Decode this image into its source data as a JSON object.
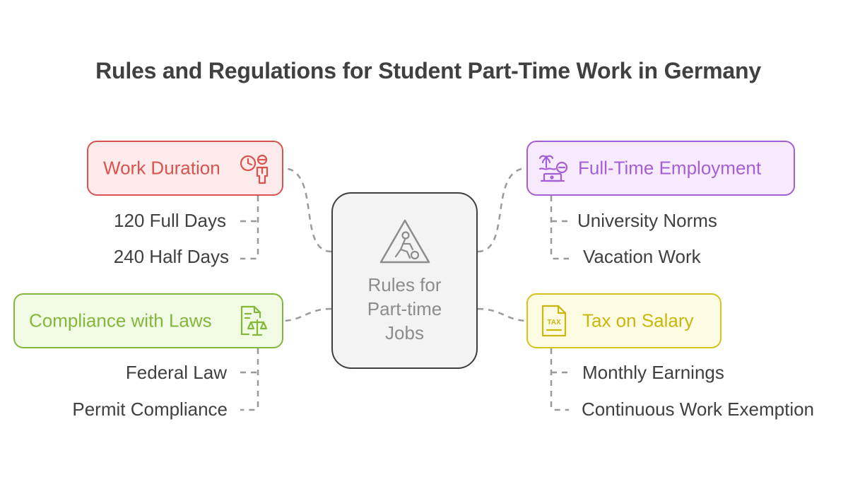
{
  "title": "Rules and Regulations for Student Part-Time Work in Germany",
  "center": {
    "lines": [
      "Rules for",
      "Part-time",
      "Jobs"
    ],
    "icon": "construction-worker-warning-icon"
  },
  "colors": {
    "center_border": "#3f3f3f",
    "center_fill": "#f3f3f3",
    "connector": "#9a9a9a",
    "work_duration": "#d9534f",
    "full_time": "#a55fd6",
    "compliance": "#84b83b",
    "tax": "#d4c51c"
  },
  "branches": {
    "work_duration": {
      "label": "Work Duration",
      "icon": "clock-person-icon",
      "items": [
        "120 Full Days",
        "240 Half Days"
      ]
    },
    "full_time": {
      "label": "Full-Time Employment",
      "icon": "beach-laptop-icon",
      "items": [
        "University Norms",
        "Vacation Work"
      ]
    },
    "compliance": {
      "label": "Compliance with Laws",
      "icon": "legal-document-scales-icon",
      "items": [
        "Federal Law",
        "Permit Compliance"
      ]
    },
    "tax": {
      "label": "Tax on Salary",
      "icon": "tax-document-icon",
      "items": [
        "Monthly Earnings",
        "Continuous Work Exemption"
      ]
    }
  }
}
